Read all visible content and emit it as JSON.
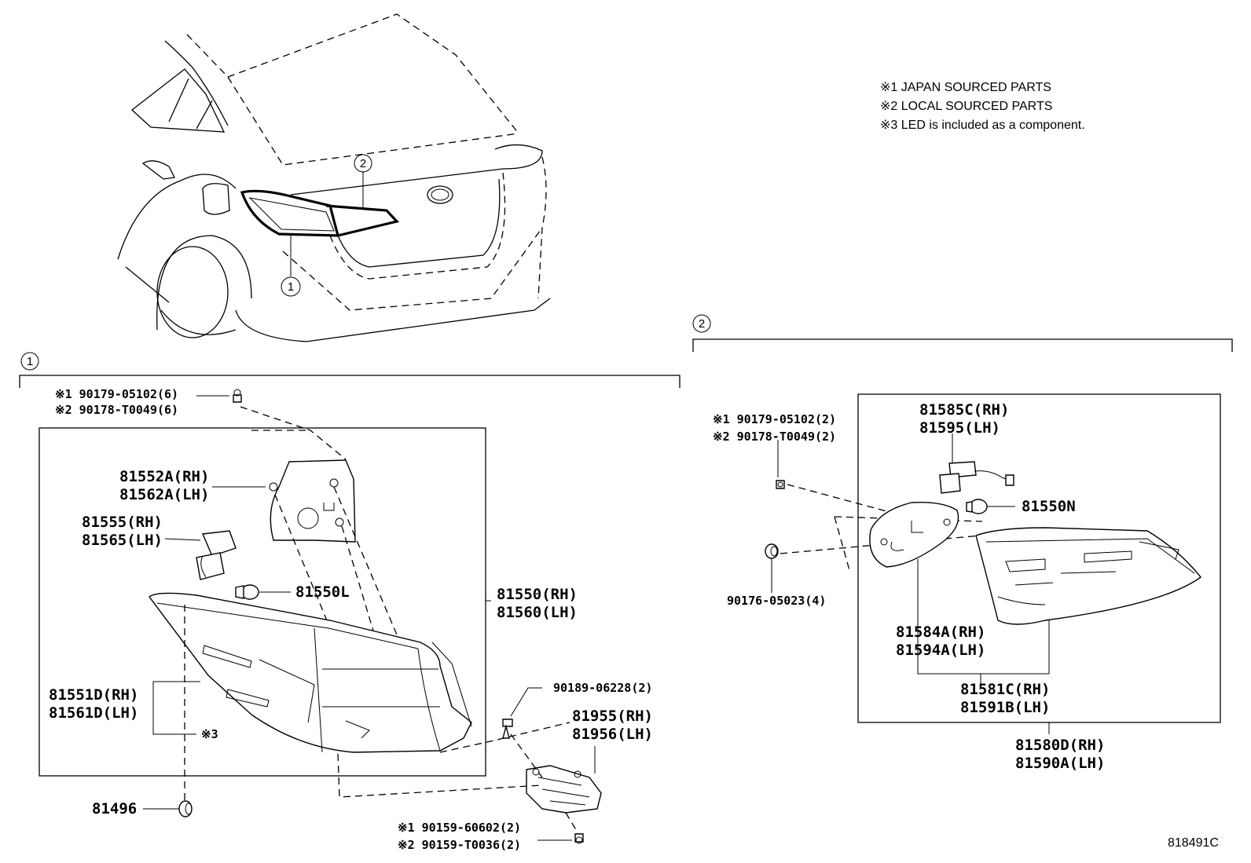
{
  "notes": {
    "note1": "※1 JAPAN SOURCED PARTS",
    "note2": "※2 LOCAL SOURCED PARTS",
    "note3": "※3 LED is included as a component."
  },
  "callouts": {
    "c1": "1",
    "c2": "2",
    "section1": "1",
    "section2": "2"
  },
  "section1": {
    "screw_a1": "※1 90179-05102(6)",
    "screw_a2": "※2 90178-T0049(6)",
    "gasket_rh": "81552A(RH)",
    "gasket_lh": "81562A(LH)",
    "socket_rh": "81555(RH)",
    "socket_lh": "81565(LH)",
    "bulb": "81550L",
    "lamp_rh": "81550(RH)",
    "lamp_lh": "81560(LH)",
    "lens_rh": "81551D(RH)",
    "lens_lh": "81561D(LH)",
    "led_mark": "※3",
    "clip_a": "90189-06228(2)",
    "bracket_rh": "81955(RH)",
    "bracket_lh": "81956(LH)",
    "grommet": "81496",
    "screw_b1": "※1 90159-60602(2)",
    "screw_b2": "※2 90159-T0036(2)"
  },
  "section2": {
    "screw_a1": "※1 90179-05102(2)",
    "screw_a2": "※2 90178-T0049(2)",
    "socket_rh": "81585C(RH)",
    "socket_lh": "81595(LH)",
    "bulb": "81550N",
    "nut": "90176-05023(4)",
    "gasket_rh": "81584A(RH)",
    "gasket_lh": "81594A(LH)",
    "lens_rh": "81581C(RH)",
    "lens_lh": "81591B(LH)",
    "lamp_rh": "81580D(RH)",
    "lamp_lh": "81590A(LH)"
  },
  "figure_ref": "818491C"
}
